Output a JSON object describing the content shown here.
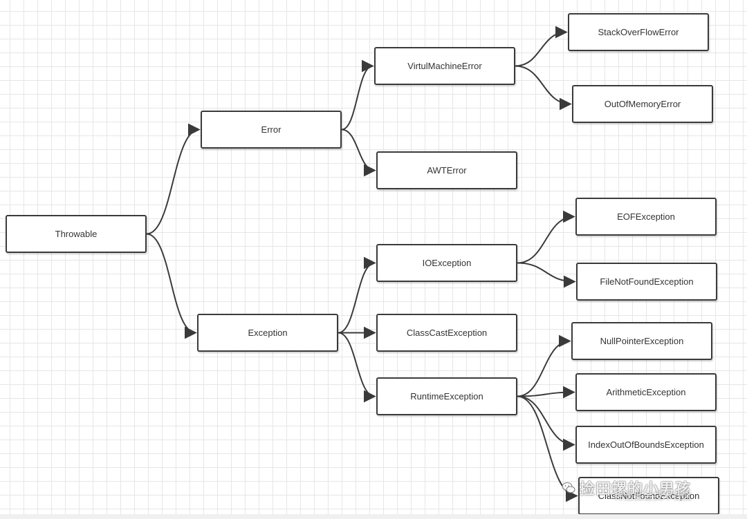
{
  "diagram": {
    "nodes": {
      "throwable": "Throwable",
      "error": "Error",
      "exception": "Exception",
      "virtual_machine_error": "VirtulMachineError",
      "awt_error": "AWTError",
      "stack_overflow_error": "StackOverFlowError",
      "out_of_memory_error": "OutOfMemoryError",
      "io_exception": "IOException",
      "class_cast_exception": "ClassCastException",
      "runtime_exception": "RuntimeException",
      "eof_exception": "EOFException",
      "file_not_found_exception": "FileNotFoundException",
      "null_pointer_exception": "NullPointerException",
      "arithmetic_exception": "ArithmeticException",
      "index_out_of_bounds_exception": "IndexOutOfBoundsException",
      "class_not_found_exception": "ClassNotFoundException"
    },
    "edges": [
      [
        "throwable",
        "error"
      ],
      [
        "throwable",
        "exception"
      ],
      [
        "error",
        "virtual_machine_error"
      ],
      [
        "error",
        "awt_error"
      ],
      [
        "virtual_machine_error",
        "stack_overflow_error"
      ],
      [
        "virtual_machine_error",
        "out_of_memory_error"
      ],
      [
        "exception",
        "io_exception"
      ],
      [
        "exception",
        "class_cast_exception"
      ],
      [
        "exception",
        "runtime_exception"
      ],
      [
        "io_exception",
        "eof_exception"
      ],
      [
        "io_exception",
        "file_not_found_exception"
      ],
      [
        "runtime_exception",
        "null_pointer_exception"
      ],
      [
        "runtime_exception",
        "arithmetic_exception"
      ],
      [
        "runtime_exception",
        "index_out_of_bounds_exception"
      ],
      [
        "runtime_exception",
        "class_not_found_exception"
      ]
    ]
  },
  "watermark": {
    "title": "捡田螺的小男孩",
    "subtitle": "稀土掘金技术社区",
    "icon": "wechat-icon"
  },
  "colors": {
    "grid": "#e6e6e6",
    "border": "#3a3a3a",
    "edge": "#3a3a3a",
    "text": "#333333"
  }
}
